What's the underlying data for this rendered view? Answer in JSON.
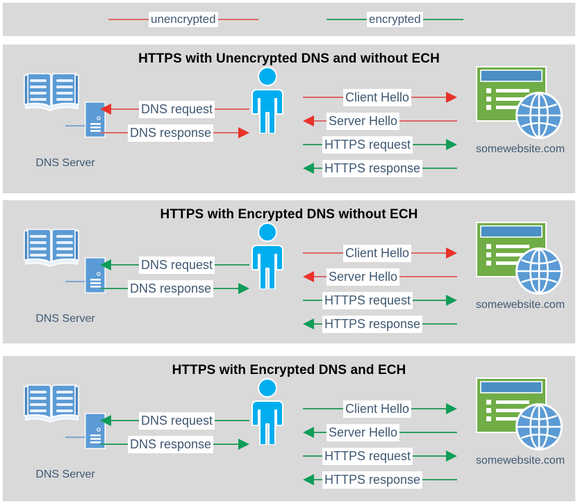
{
  "legend": {
    "items": [
      {
        "label": "unencrypted",
        "color": "#e06666",
        "icon": "line-swatch"
      },
      {
        "label": "encrypted",
        "color": "#2e9e63",
        "icon": "line-swatch"
      }
    ]
  },
  "colors": {
    "panel_background": "#d9d9d9",
    "page_background": "#ffffff",
    "unencrypted": "#e06666",
    "unencrypted_arrowhead": "#e8322a",
    "encrypted": "#2e9e63",
    "encrypted_arrowhead": "#0f9d58",
    "label_text": "#3f5872",
    "title_text": "#000000",
    "label_background": "#ffffff",
    "person": "#00aeef",
    "book_blue": "#5b9bd5",
    "server_blue": "#5b9bd5",
    "site_green": "#70ad47",
    "site_titlebar": "#4a90c4",
    "globe": "#5b9bd5"
  },
  "nodes": {
    "dns_server": {
      "label": "DNS Server",
      "icon": "dns-server-icon"
    },
    "user": {
      "label": "",
      "icon": "person-icon"
    },
    "website": {
      "label": "somewebsite.com",
      "icon": "website-globe-icon"
    }
  },
  "sections": [
    {
      "id": "panel-1",
      "title": "HTTPS with Unencrypted DNS and without ECH",
      "left_flows": [
        {
          "label": "DNS request",
          "direction": "left",
          "encrypted": false
        },
        {
          "label": "DNS response",
          "direction": "right",
          "encrypted": false
        }
      ],
      "right_flows": [
        {
          "label": "Client Hello",
          "direction": "right",
          "encrypted": false
        },
        {
          "label": "Server Hello",
          "direction": "left",
          "encrypted": false
        },
        {
          "label": "HTTPS request",
          "direction": "right",
          "encrypted": true
        },
        {
          "label": "HTTPS response",
          "direction": "left",
          "encrypted": true
        }
      ]
    },
    {
      "id": "panel-2",
      "title": "HTTPS with Encrypted DNS without ECH",
      "left_flows": [
        {
          "label": "DNS request",
          "direction": "left",
          "encrypted": true
        },
        {
          "label": "DNS response",
          "direction": "right",
          "encrypted": true
        }
      ],
      "right_flows": [
        {
          "label": "Client Hello",
          "direction": "right",
          "encrypted": false
        },
        {
          "label": "Server Hello",
          "direction": "left",
          "encrypted": false
        },
        {
          "label": "HTTPS request",
          "direction": "right",
          "encrypted": true
        },
        {
          "label": "HTTPS response",
          "direction": "left",
          "encrypted": true
        }
      ]
    },
    {
      "id": "panel-3",
      "title": "HTTPS with Encrypted DNS and ECH",
      "left_flows": [
        {
          "label": "DNS request",
          "direction": "left",
          "encrypted": true
        },
        {
          "label": "DNS response",
          "direction": "right",
          "encrypted": true
        }
      ],
      "right_flows": [
        {
          "label": "Client Hello",
          "direction": "right",
          "encrypted": true
        },
        {
          "label": "Server Hello",
          "direction": "left",
          "encrypted": true
        },
        {
          "label": "HTTPS request",
          "direction": "right",
          "encrypted": true
        },
        {
          "label": "HTTPS response",
          "direction": "left",
          "encrypted": true
        }
      ]
    }
  ]
}
